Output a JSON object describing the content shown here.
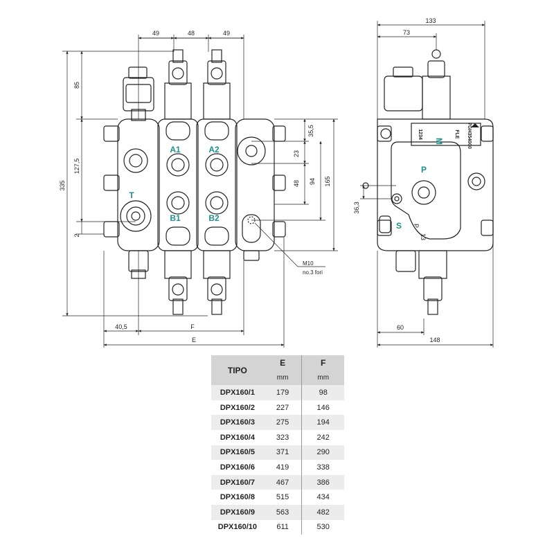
{
  "front_view": {
    "dims": {
      "d49a": "49",
      "d48": "48",
      "d49b": "49",
      "d85": "85",
      "d127_5": "127,5",
      "d335": "335",
      "d2": "2",
      "d35_5": "35,5",
      "d23": "23",
      "d48v": "48",
      "d94": "94",
      "d165": "165",
      "d40_5": "40,5",
      "f": "F",
      "e": "E"
    },
    "ports": {
      "a1": "A1",
      "a2": "A2",
      "b1": "B1",
      "b2": "B2",
      "t": "T"
    },
    "note_line1": "M10",
    "note_line2": "no.3 fori"
  },
  "side_view": {
    "dims": {
      "d133": "133",
      "d73": "73",
      "d36_3": "36,3",
      "d60": "60",
      "d148": "148"
    },
    "port_p": "P",
    "label_s": "S",
    "label_p_small": "P",
    "label_13": "13",
    "label_m": "M",
    "plate_code": "7GH354000",
    "plate_fle": "FLE",
    "plate_1234": "1234"
  },
  "table": {
    "header_type": "TIPO",
    "header_e": "E",
    "header_f": "F",
    "unit_e": "mm",
    "unit_f": "mm",
    "rows": [
      {
        "type": "DPX160/1",
        "e": "179",
        "f": "98"
      },
      {
        "type": "DPX160/2",
        "e": "227",
        "f": "146"
      },
      {
        "type": "DPX160/3",
        "e": "275",
        "f": "194"
      },
      {
        "type": "DPX160/4",
        "e": "323",
        "f": "242"
      },
      {
        "type": "DPX160/5",
        "e": "371",
        "f": "290"
      },
      {
        "type": "DPX160/6",
        "e": "419",
        "f": "338"
      },
      {
        "type": "DPX160/7",
        "e": "467",
        "f": "386"
      },
      {
        "type": "DPX160/8",
        "e": "515",
        "f": "434"
      },
      {
        "type": "DPX160/9",
        "e": "563",
        "f": "482"
      },
      {
        "type": "DPX160/10",
        "e": "611",
        "f": "530"
      }
    ]
  },
  "colors": {
    "port_label": "#1f8f8f",
    "line": "#222222",
    "table_header": "#d4d4d4"
  }
}
